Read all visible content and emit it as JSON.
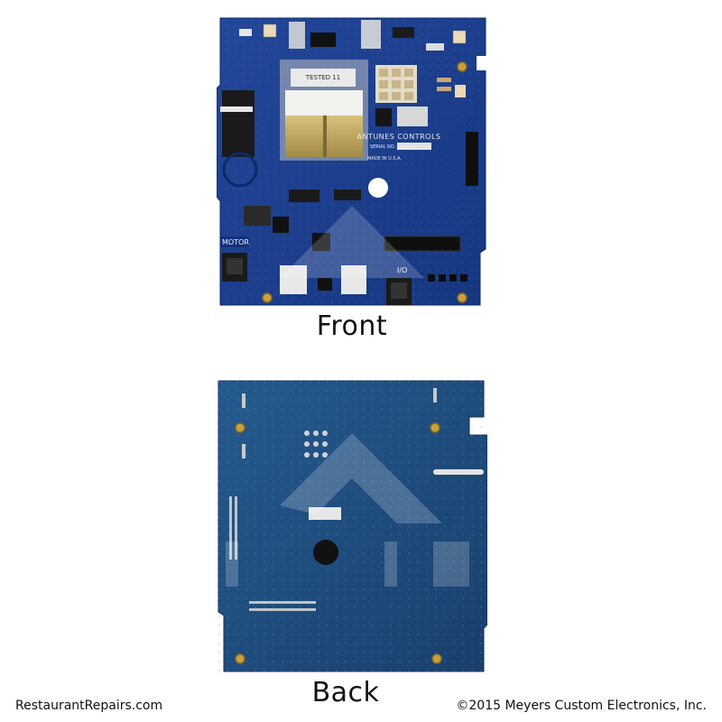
{
  "labels": {
    "front": "Front",
    "back": "Back"
  },
  "footer": {
    "left": "RestaurantRepairs.com",
    "right": "©2015 Meyers Custom Electronics, Inc."
  },
  "board_front": {
    "maker": "ANTUNES CONTROLS",
    "serial": "SERIAL NO.",
    "made_in": "MADE IN U.S.A.",
    "motor": "MOTOR",
    "io": "I/O",
    "transformer": "TESTED 11"
  },
  "colors": {
    "pcb_front": "#1d3f8e",
    "pcb_back": "#1f4f82",
    "caption_text": "#111111"
  }
}
